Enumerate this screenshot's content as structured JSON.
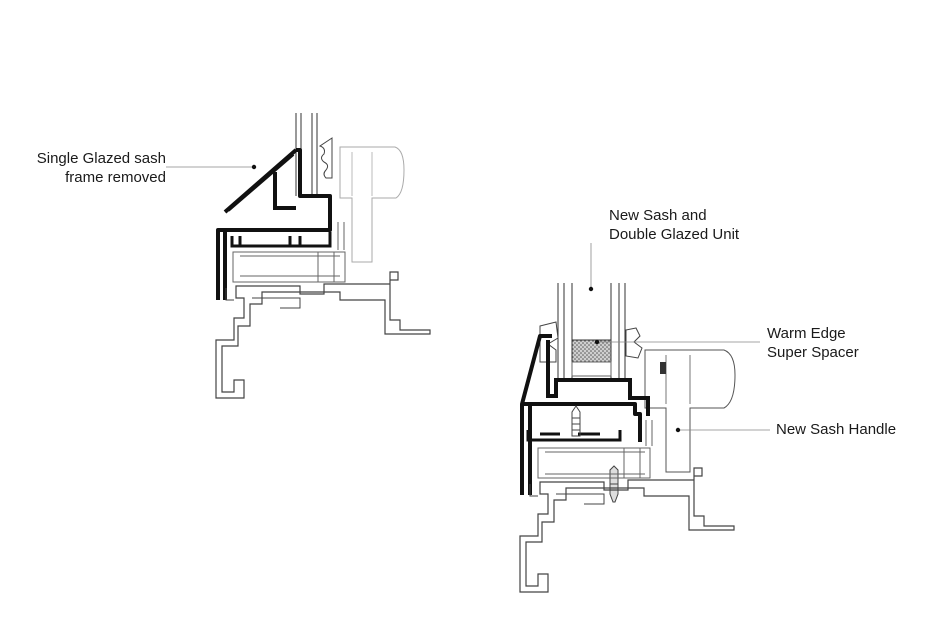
{
  "annotations": {
    "old_sash": {
      "lines": [
        "Single Glazed sash",
        "frame removed"
      ]
    },
    "new_sash": {
      "lines": [
        "New Sash and",
        "Double Glazed Unit"
      ]
    },
    "spacer": {
      "lines": [
        "Warm Edge",
        "Super Spacer"
      ]
    },
    "handle": {
      "lines": [
        "New Sash Handle"
      ]
    }
  },
  "colors": {
    "ink": "#1a1a1a",
    "profile": "#111111",
    "thin": "#555555",
    "faint": "#9a9a9a"
  }
}
